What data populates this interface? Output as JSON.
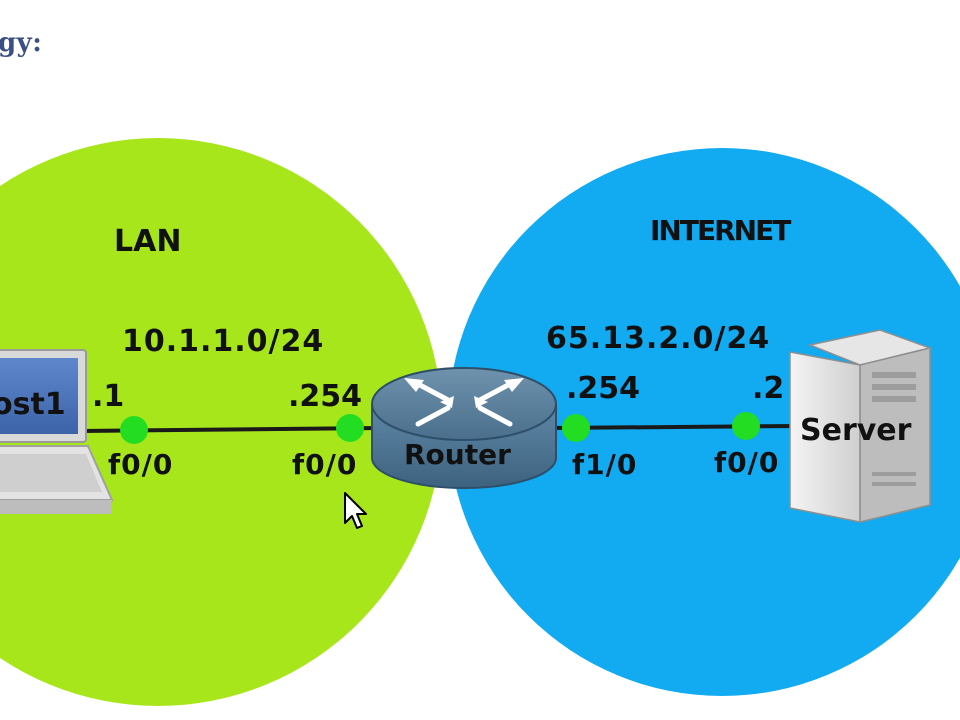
{
  "heading": "gy:",
  "lan": {
    "label": "LAN",
    "network": "10.1.1.0/24",
    "host_ip": ".1",
    "host_iface": "f0/0",
    "router_ip": ".254",
    "router_iface": "f0/0",
    "color": "#a8e61c"
  },
  "internet": {
    "label": "INTERNET",
    "network": "65.13.2.0/24",
    "router_ip": ".254",
    "router_iface": "f1/0",
    "server_ip": ".2",
    "server_iface": "f0/0",
    "color": "#12aaf0"
  },
  "devices": {
    "host": {
      "label": "ost1",
      "icon": "laptop-icon"
    },
    "router": {
      "label": "Router",
      "icon": "router-icon"
    },
    "server": {
      "label": "Server",
      "icon": "server-icon"
    }
  },
  "colors": {
    "link_dot": "#22dd22",
    "link_line": "#1a1a1a",
    "heading": "#3a4f86"
  }
}
